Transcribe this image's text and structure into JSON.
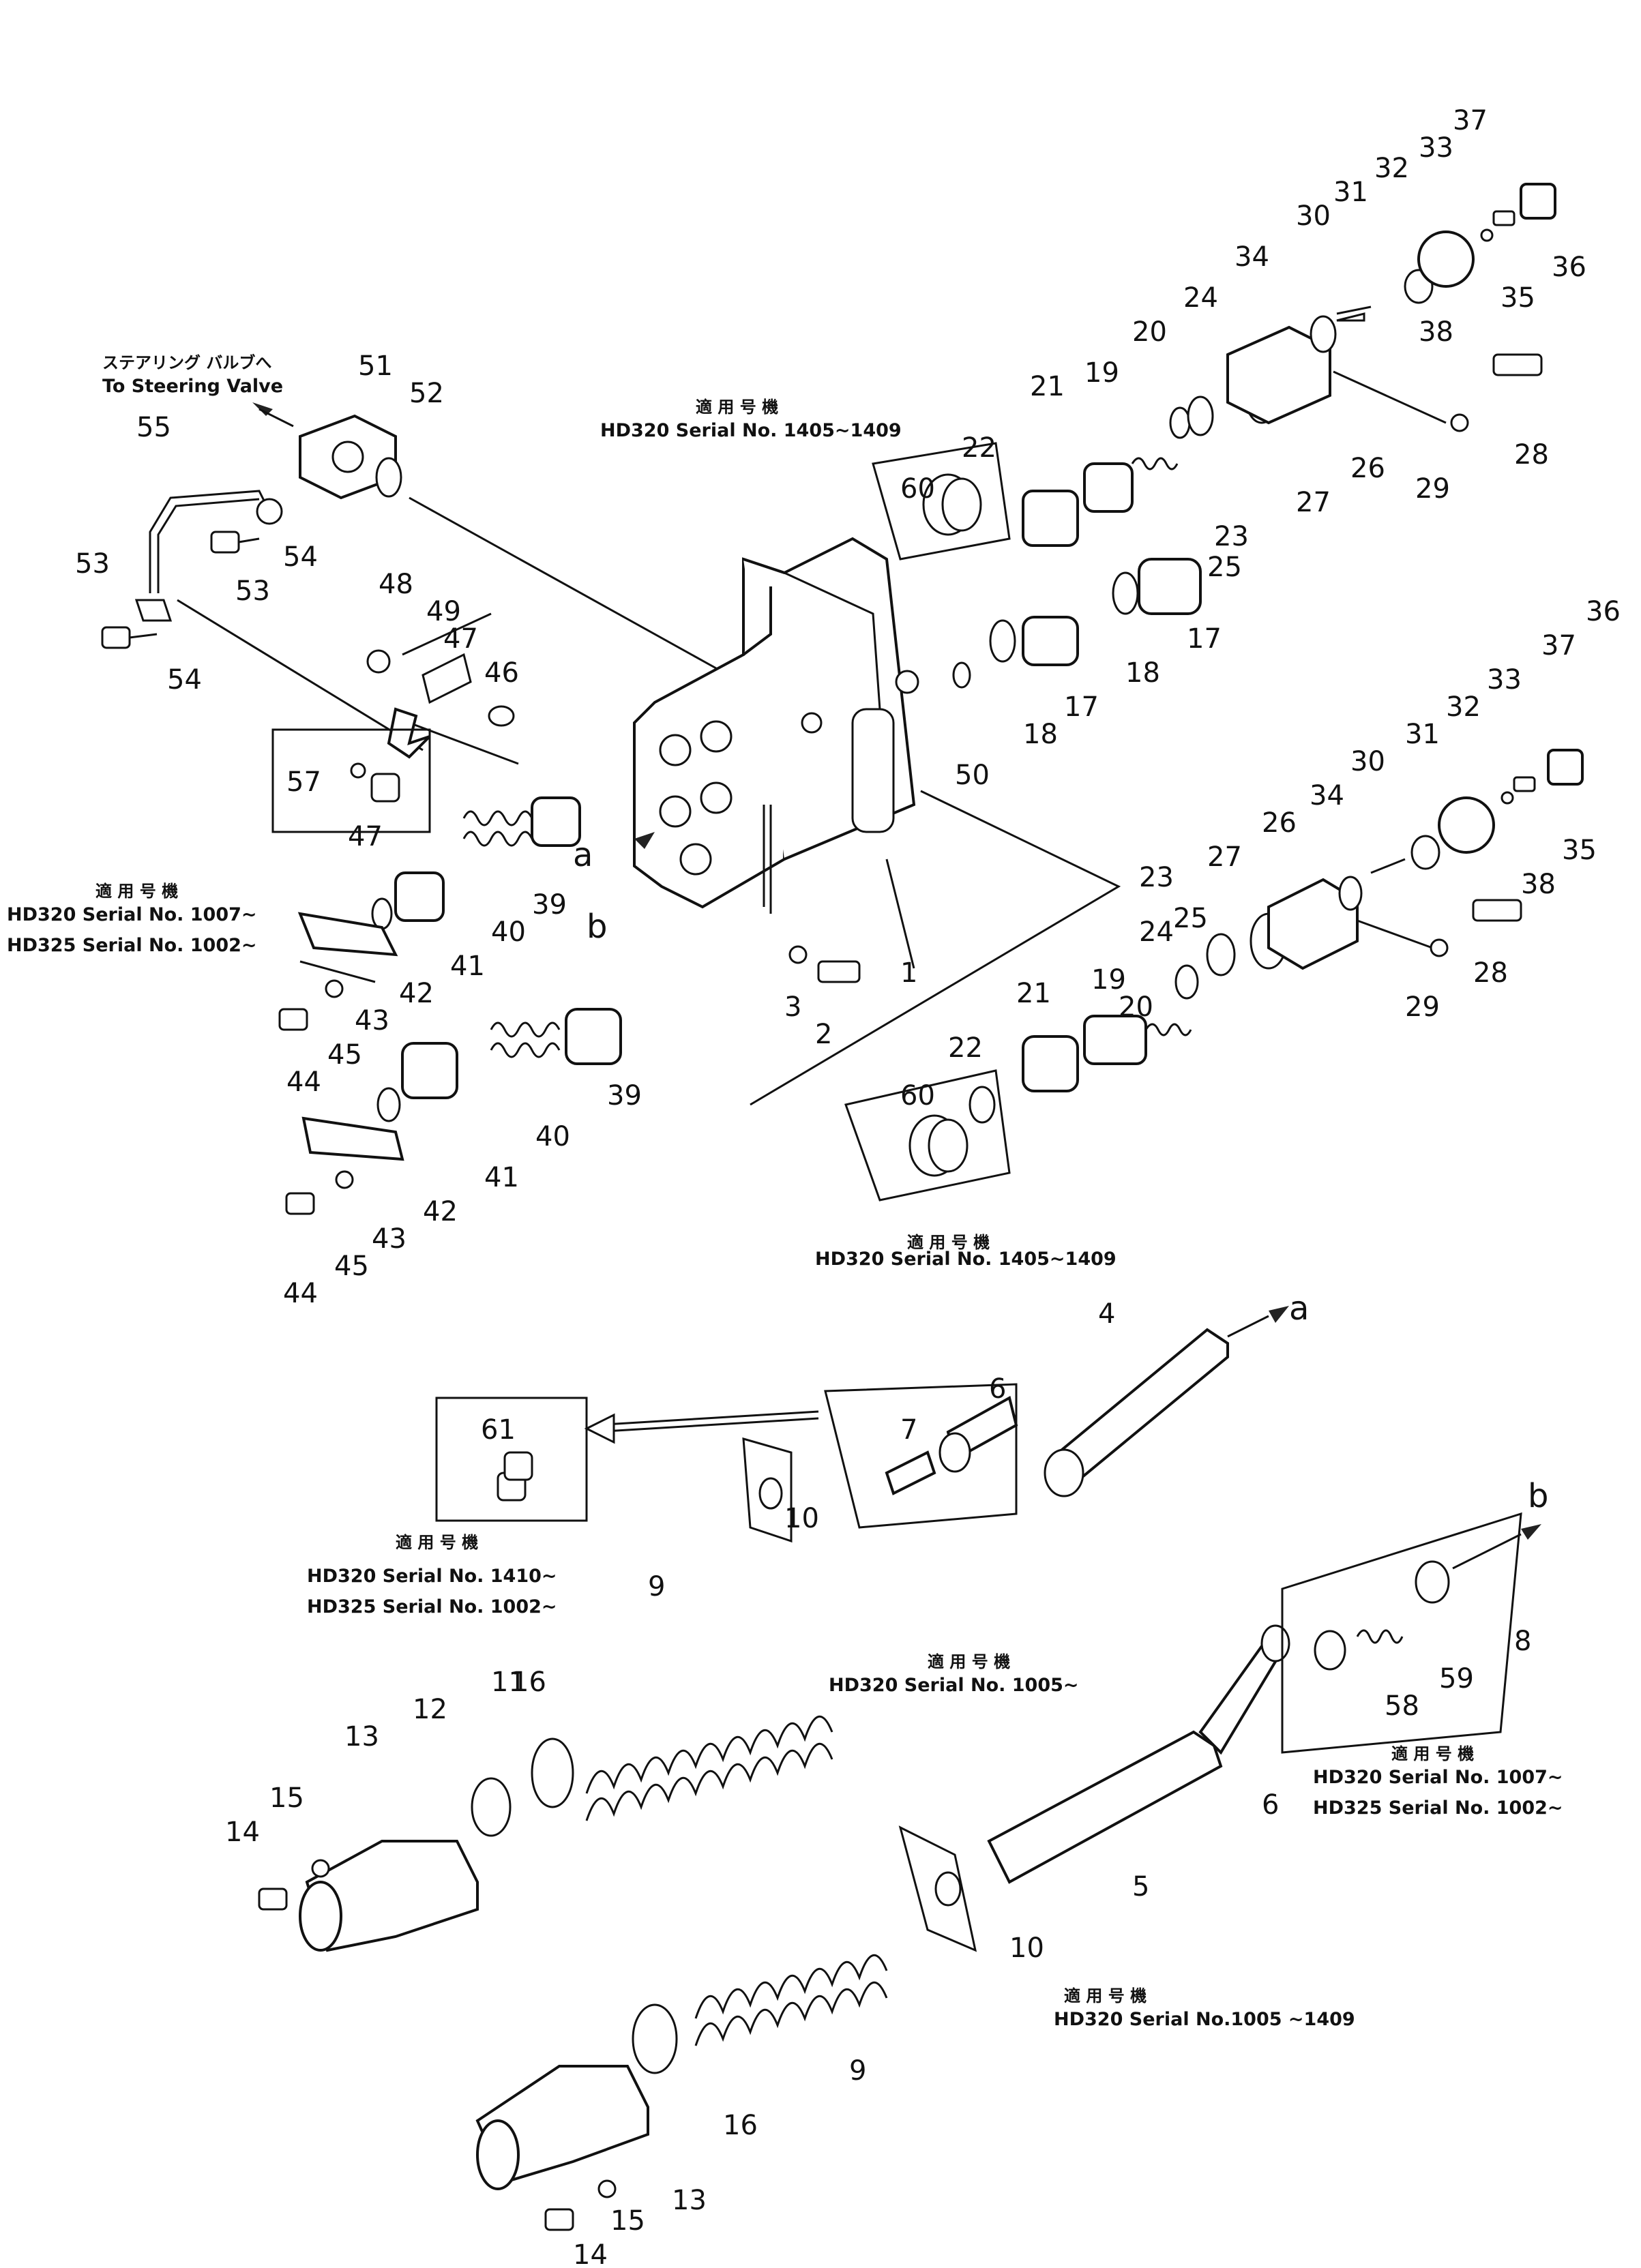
{
  "numbers": {
    "p1": "1",
    "p2": "2",
    "p3": "3",
    "p4": "4",
    "p5": "5",
    "p6a": "6",
    "p6b": "6",
    "p7": "7",
    "p8": "8",
    "p9a": "9",
    "p9b": "9",
    "p10a": "10",
    "p10b": "10",
    "p11": "11",
    "p12": "12",
    "p13a": "13",
    "p13b": "13",
    "p14a": "14",
    "p14b": "14",
    "p15a": "15",
    "p15b": "15",
    "p16a": "16",
    "p16b": "16",
    "p17a": "17",
    "p17b": "17",
    "p18a": "18",
    "p18b": "18",
    "p19a": "19",
    "p19b": "19",
    "p20a": "20",
    "p20b": "20",
    "p21a": "21",
    "p21b": "21",
    "p22a": "22",
    "p22b": "22",
    "p23a": "23",
    "p23b": "23",
    "p24a": "24",
    "p24b": "24",
    "p25a": "25",
    "p25b": "25",
    "p26a": "26",
    "p26b": "26",
    "p27a": "27",
    "p27b": "27",
    "p28a": "28",
    "p28b": "28",
    "p29a": "29",
    "p29b": "29",
    "p30a": "30",
    "p30b": "30",
    "p31a": "31",
    "p31b": "31",
    "p32a": "32",
    "p32b": "32",
    "p33a": "33",
    "p33b": "33",
    "p34a": "34",
    "p34b": "34",
    "p35a": "35",
    "p35b": "35",
    "p36a": "36",
    "p36b": "36",
    "p37a": "37",
    "p37b": "37",
    "p38a": "38",
    "p38b": "38",
    "p39a": "39",
    "p39b": "39",
    "p40a": "40",
    "p40b": "40",
    "p41a": "41",
    "p41b": "41",
    "p42a": "42",
    "p42b": "42",
    "p43a": "43",
    "p43b": "43",
    "p44a": "44",
    "p44b": "44",
    "p45a": "45",
    "p45b": "45",
    "p46": "46",
    "p47a": "47",
    "p47b": "47",
    "p48": "48",
    "p49": "49",
    "p50": "50",
    "p51": "51",
    "p52": "52",
    "p53a": "53",
    "p53b": "53",
    "p54a": "54",
    "p54b": "54",
    "p55": "55",
    "p57": "57",
    "p58": "58",
    "p59": "59",
    "p60a": "60",
    "p60b": "60",
    "p61": "61"
  },
  "callouts": {
    "a1": "a",
    "b1": "b",
    "a2": "a",
    "b2": "b"
  },
  "notes": {
    "steering_jp": "ステアリング バルブへ",
    "steering_en": "To Steering Valve",
    "applicable_jp": "適 用 号 機",
    "serial_1405_top": "HD320 Serial No. 1405~1409",
    "serial_1405_mid": "HD320 Serial No. 1405~1409",
    "serial_1007_left_a": "HD320 Serial No. 1007~",
    "serial_1007_left_b": "HD325 Serial No. 1002~",
    "serial_1410_a": "HD320 Serial No. 1410~",
    "serial_1410_b": "HD325 Serial No. 1002~",
    "serial_1005": "HD320 Serial No. 1005~",
    "serial_1007_right_a": "HD320 Serial No. 1007~",
    "serial_1007_right_b": "HD325 Serial No. 1002~",
    "serial_1005_1409": "HD320   Serial  No.1005 ~1409"
  }
}
